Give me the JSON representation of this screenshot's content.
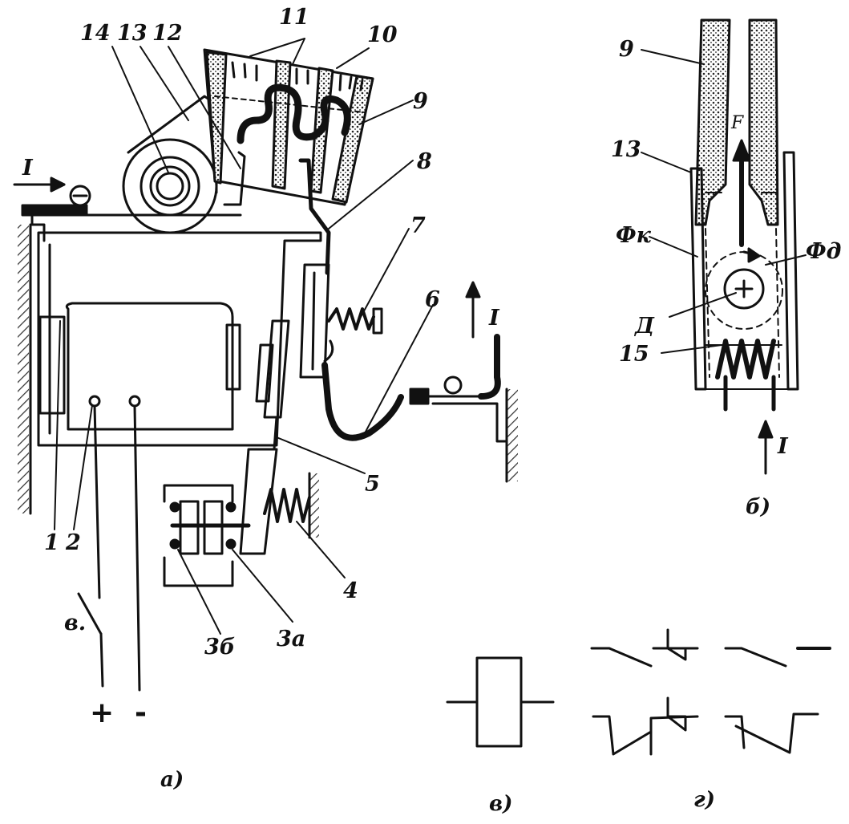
{
  "labels": {
    "l14": "14",
    "l13": "13",
    "l12": "12",
    "l11": "11",
    "l10": "10",
    "l9": "9",
    "l8": "8",
    "l7": "7",
    "l6": "6",
    "l5": "5",
    "l4": "4",
    "l3a": "3а",
    "l3b": "3б",
    "l2": "2",
    "l1": "1",
    "b9": "9",
    "b13": "13",
    "b15": "15",
    "fk": "Фк",
    "fd": "Фд",
    "dd": "Д",
    "ff": "F",
    "i_left": "I",
    "i_right": "I",
    "i_bottom": "I",
    "switch_v": "в.",
    "plus": "+",
    "minus": "-"
  },
  "captions": {
    "a": "а)",
    "b": "б)",
    "v": "в)",
    "g": "г)"
  },
  "colors": {
    "ink": "#111111",
    "hatch": "#444444",
    "paper": "#ffffff"
  }
}
